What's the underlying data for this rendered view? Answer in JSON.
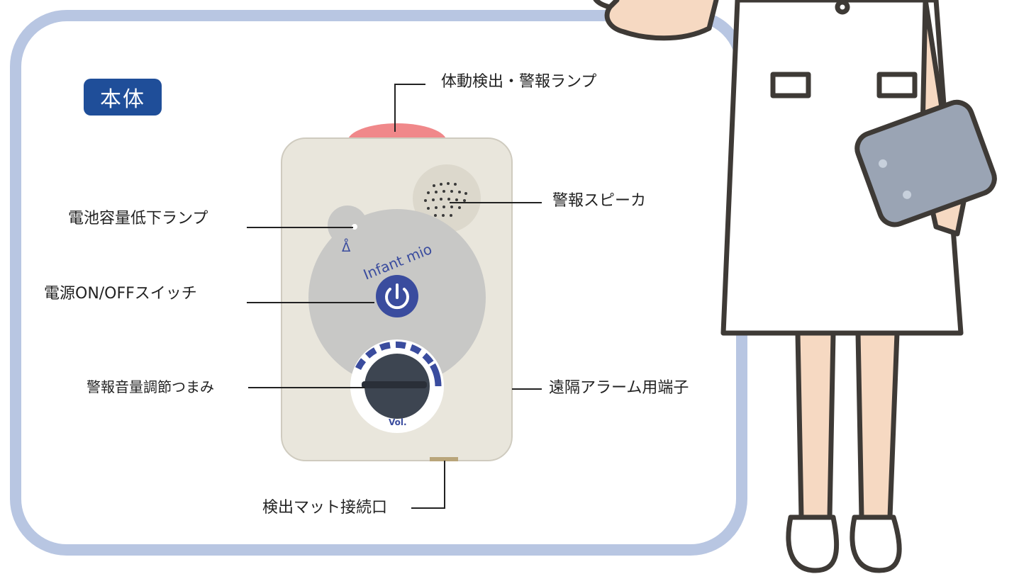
{
  "badge": {
    "title": "本体"
  },
  "device": {
    "brand_text": "Infant mio",
    "vol_text": "Vol."
  },
  "labels": {
    "motion_lamp": "体動検出・警報ランプ",
    "speaker": "警報スピーカ",
    "battery_lamp": "電池容量低下ランプ",
    "power_switch": "電源ON/OFFスイッチ",
    "volume_knob": "警報音量調節つまみ",
    "remote_terminal": "遠隔アラーム用端子",
    "mat_port": "検出マット接続口"
  },
  "colors": {
    "frame": "#b8c6e2",
    "badge": "#1f4e99",
    "device_body": "#e9e6dc",
    "panel": "#c8c8c6",
    "power_button": "#3a4c9e",
    "lamp": "#f0888a"
  }
}
